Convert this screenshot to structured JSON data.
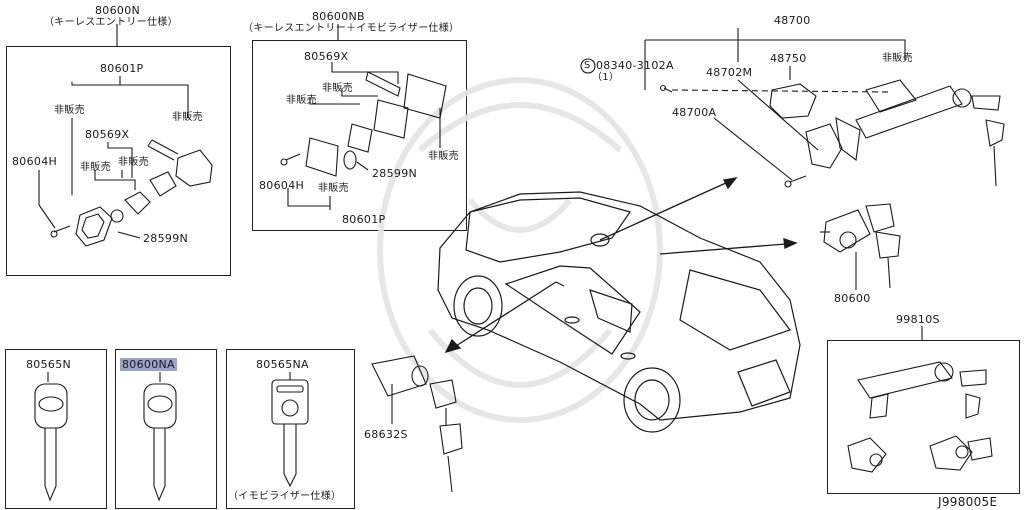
{
  "diagram_id": "J998005E",
  "group_keyless": {
    "part": "80600N",
    "note": "（キーレスエントリー仕様）"
  },
  "group_keyless_immob": {
    "part": "80600NB",
    "note": "（キーレスエントリー＋イモビライザー仕様）"
  },
  "labels": {
    "p80601P_a": "80601P",
    "p80569X_a": "80569X",
    "p80604H_a": "80604H",
    "p28599N_a": "28599N",
    "ns_a1": "非販売",
    "ns_a2": "非販売",
    "ns_a3": "非販売",
    "ns_a4": "非販売",
    "p80569X_b": "80569X",
    "ns_b1": "非販売",
    "ns_b2": "非販売",
    "ns_b3": "非販売",
    "ns_b4": "非販売",
    "p28599N_b": "28599N",
    "p80604H_b": "80604H",
    "p80601P_b": "80601P",
    "p48700": "48700",
    "p48750": "48750",
    "p48702M": "48702M",
    "ns_c": "非販売",
    "p08340": "08340-3102A",
    "p08340_qty": "（1）",
    "p48700A": "48700A",
    "p80600": "80600",
    "p99810S": "99810S",
    "p68632S": "68632S",
    "p80565N": "80565N",
    "p80600NA": "80600NA",
    "p80565NA": "80565NA",
    "immob_note": "（イモビライザー仕様）",
    "s_mark": "S"
  }
}
